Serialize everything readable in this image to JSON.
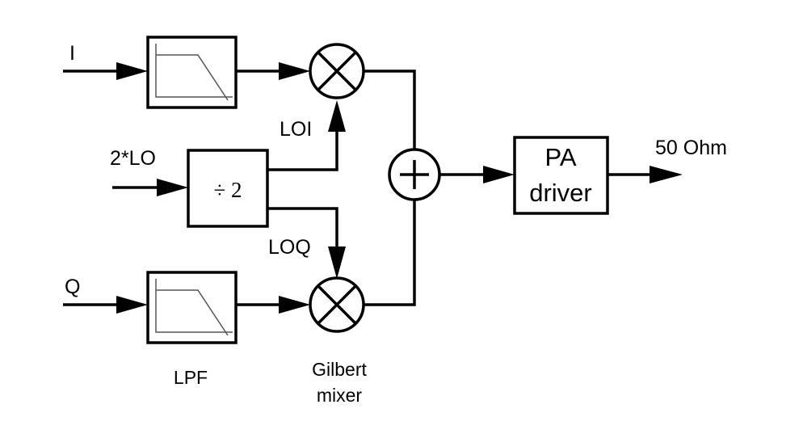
{
  "inputs": {
    "i": "I",
    "q": "Q",
    "lo": "2*LO"
  },
  "blocks": {
    "divider": "÷ 2",
    "pa_line1": "PA",
    "pa_line2": "driver",
    "lpf": "LPF",
    "mixer_line1": "Gilbert",
    "mixer_line2": "mixer"
  },
  "signals": {
    "loi": "LOI",
    "loq": "LOQ",
    "output": "50 Ohm"
  }
}
